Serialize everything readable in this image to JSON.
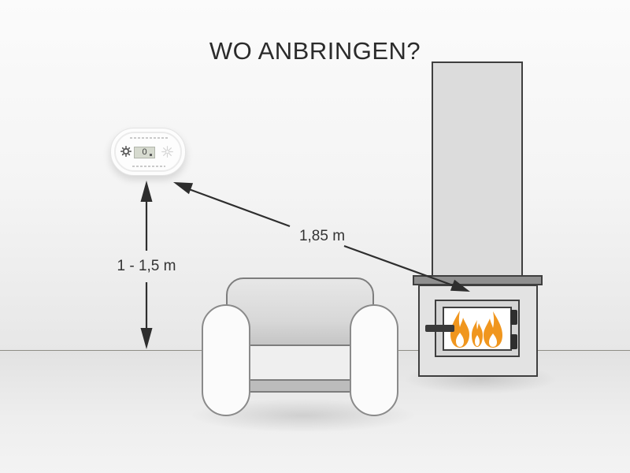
{
  "title": "WO ANBRINGEN?",
  "scene": {
    "annotations": {
      "height_label": "1 - 1,5 m",
      "distance_label": "1,85 m"
    },
    "detector": {
      "display_value": "0"
    }
  },
  "icons": {
    "detector_test_button": "gear-icon",
    "detector_speaker": "starburst-icon",
    "fire": "flames-icon"
  },
  "colors": {
    "flame_orange": "#F0961E",
    "line_dark": "#2E2E2E",
    "mantel_gray": "#8F8F8F",
    "title_text": "#2B2B2B"
  }
}
